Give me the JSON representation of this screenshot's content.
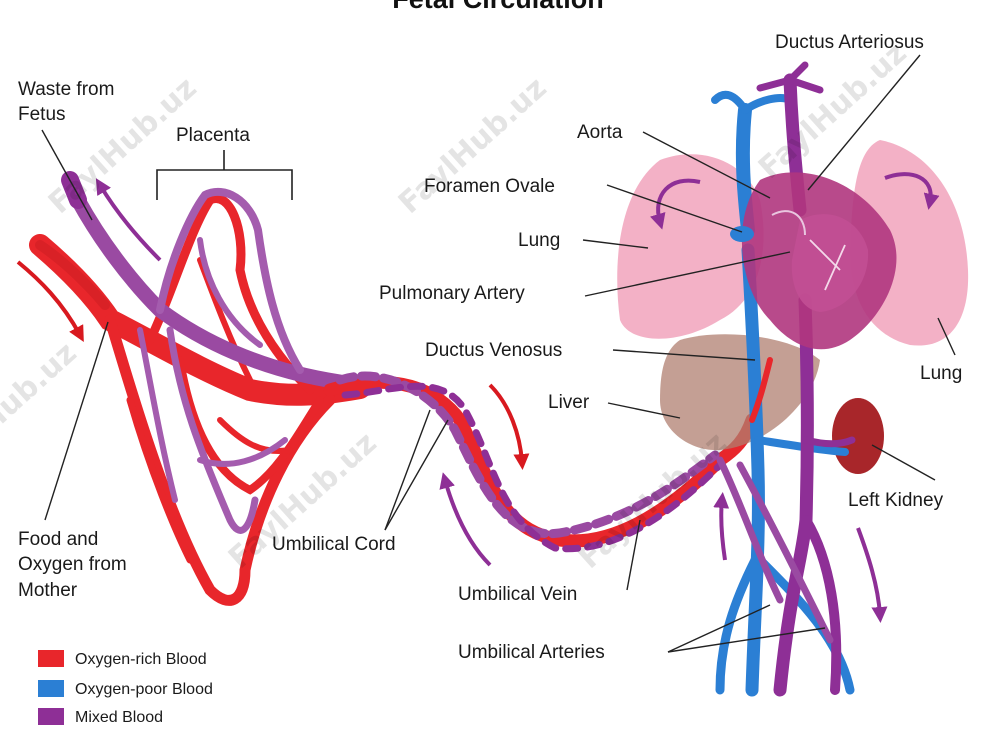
{
  "title": "Fetal Circulation",
  "labels": {
    "waste_from_fetus_line1": "Waste from",
    "waste_from_fetus_line2": "Fetus",
    "placenta": "Placenta",
    "food_oxygen_line1": "Food and",
    "food_oxygen_line2": "Oxygen from",
    "food_oxygen_line3": "Mother",
    "umbilical_cord": "Umbilical Cord",
    "ductus_arteriosus": "Ductus Arteriosus",
    "aorta": "Aorta",
    "foramen_ovale": "Foramen Ovale",
    "lung_left": "Lung",
    "pulmonary_artery": "Pulmonary Artery",
    "ductus_venosus": "Ductus Venosus",
    "liver": "Liver",
    "lung_right": "Lung",
    "left_kidney": "Left Kidney",
    "umbilical_vein": "Umbilical Vein",
    "umbilical_arteries": "Umbilical Arteries"
  },
  "legend": [
    {
      "label": "Oxygen-rich Blood",
      "color": "#e8262b"
    },
    {
      "label": "Oxygen-poor Blood",
      "color": "#2b7fd4"
    },
    {
      "label": "Mixed Blood",
      "color": "#8e2f96"
    }
  ],
  "watermark": "FaylHub.uz",
  "colors": {
    "oxygen_rich": "#e8262b",
    "oxygen_poor": "#2b7fd4",
    "mixed": "#8e2f96",
    "lung": "#f2a9c0",
    "liver": "#b07f70",
    "kidney": "#a8262a",
    "arrow_red": "#d8191f",
    "arrow_purple": "#8e2f96"
  }
}
